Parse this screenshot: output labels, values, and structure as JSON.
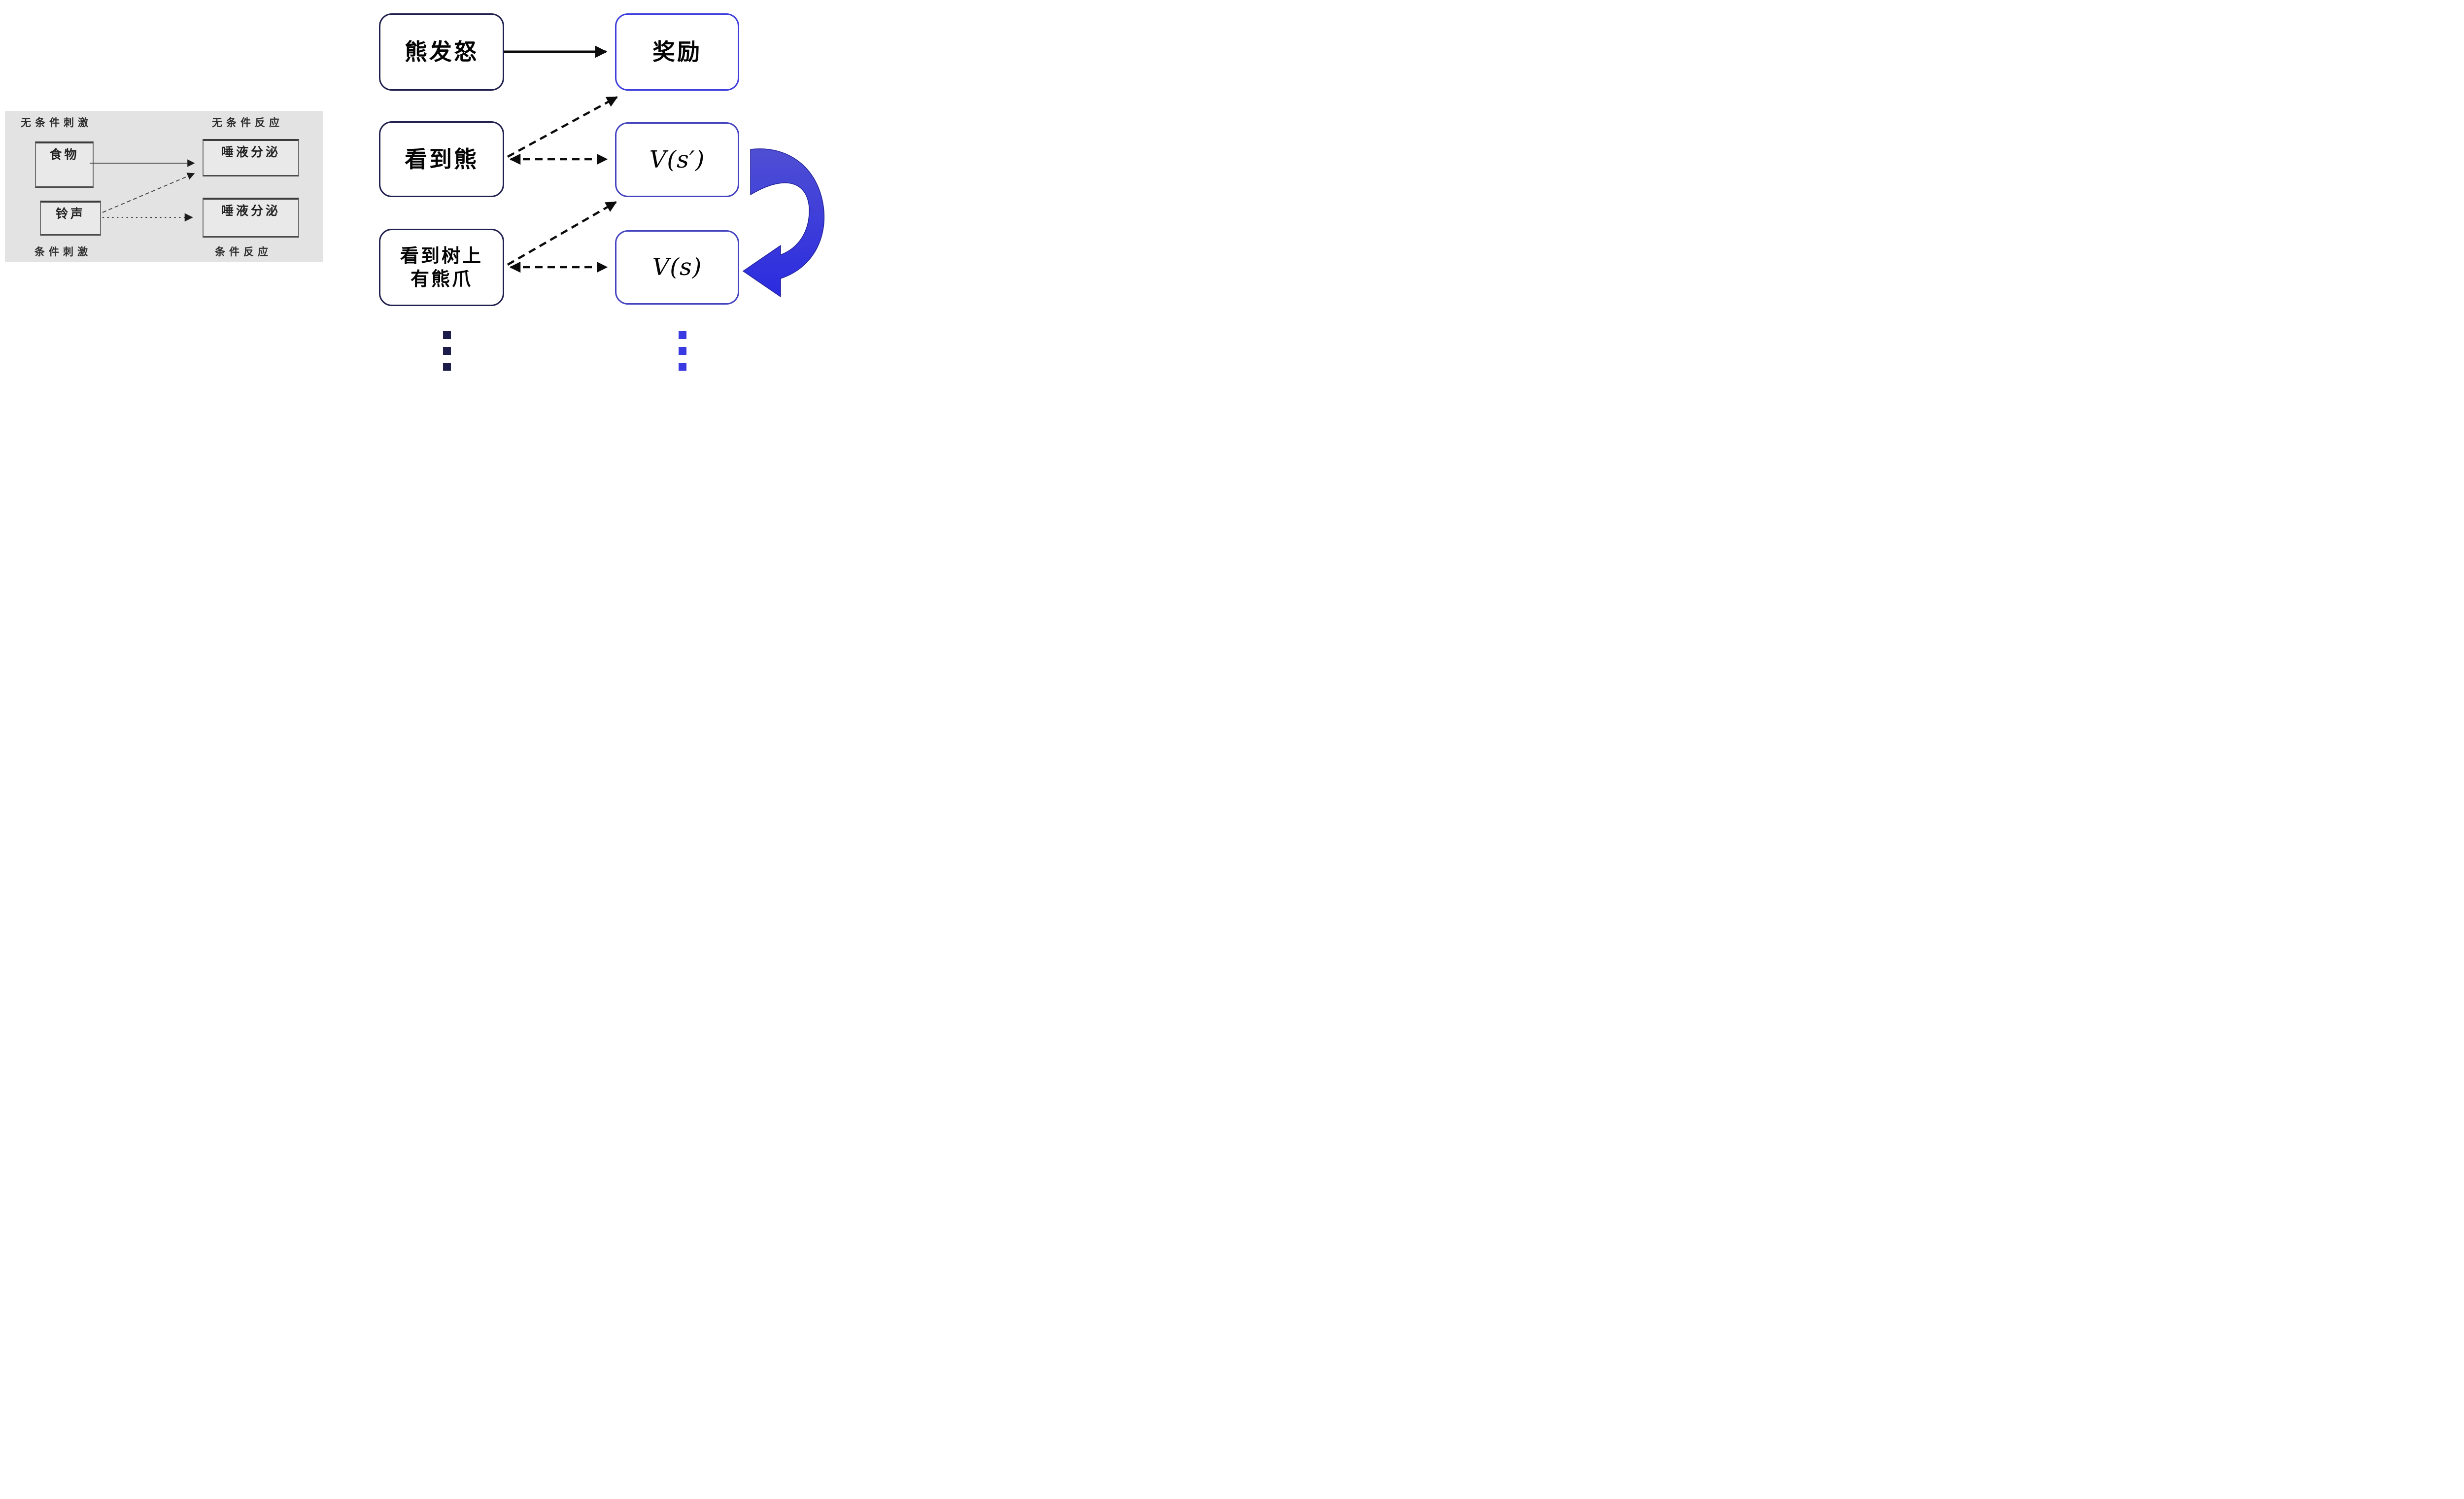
{
  "colors": {
    "page_background": "#ffffff",
    "panel_background": "#e3e3e3",
    "panel_box_border": "#4b4b4b",
    "panel_text": "#2e2e2e",
    "stimulus_node_border": "#20204e",
    "reward_node_border": "#3e3edd",
    "value_node_border": "#4444c0",
    "arrow_black": "#0c0c0c",
    "panel_arrow_gray": "#3f3f3f",
    "loop_arrow_top": "#4f4fd4",
    "loop_arrow_bottom": "#2b2be0",
    "dots_left": "#1c1c48",
    "dots_right": "#3a3ae2"
  },
  "pavlov_panel": {
    "top_left_label": "无条件刺激",
    "top_right_label": "无条件反应",
    "bottom_left_label": "条件刺激",
    "bottom_right_label": "条件反应",
    "boxes": {
      "food": "食物",
      "salivation_top": "唾液分泌",
      "bell": "铃声",
      "salivation_bottom": "唾液分泌"
    }
  },
  "rl_diagram": {
    "nodes": {
      "bear_angry": "熊发怒",
      "reward": "奖励",
      "see_bear": "看到熊",
      "value_next": "V(s′)",
      "see_claws_line1": "看到树上",
      "see_claws_line2": "有熊爪",
      "value_current": "V(s)"
    }
  }
}
